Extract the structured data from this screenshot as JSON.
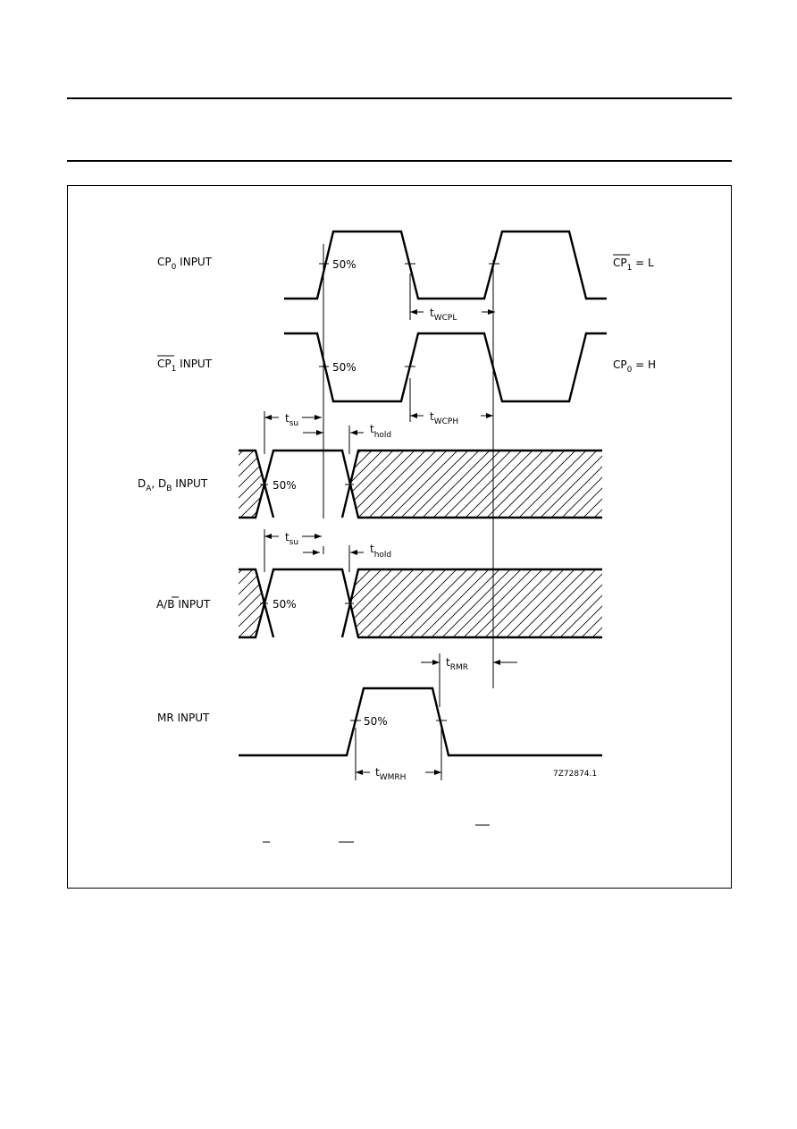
{
  "figure": {
    "code": "7Z72874.1",
    "percent": "50%",
    "signals": {
      "cp0": {
        "name": "CP",
        "sub": "0",
        "suffix": " INPUT",
        "note_name": "CP",
        "note_sub": "1",
        "note_val": " = L",
        "note_overline": true
      },
      "cp1": {
        "name": "CP",
        "sub": "1",
        "suffix": " INPUT",
        "overline": true,
        "note_name": "CP",
        "note_sub": "0",
        "note_val": " = H"
      },
      "data": {
        "name": "D",
        "sub_a": "A",
        "sep": ", D",
        "sub_b": "B",
        "suffix": " INPUT"
      },
      "ab": {
        "name": "A/",
        "bar": "B",
        "suffix": " INPUT"
      },
      "mr": {
        "name": "MR INPUT"
      }
    },
    "timings": {
      "wcpl": {
        "t": "t",
        "sub": "WCPL"
      },
      "wcph": {
        "t": "t",
        "sub": "WCPH"
      },
      "su1": {
        "t": "t",
        "sub": "su"
      },
      "hold1": {
        "t": "t",
        "sub": "hold"
      },
      "su2": {
        "t": "t",
        "sub": "su"
      },
      "hold2": {
        "t": "t",
        "sub": "hold"
      },
      "rmr": {
        "t": "t",
        "sub": "RMR"
      },
      "wmrh": {
        "t": "t",
        "sub": "WMRH"
      }
    }
  }
}
